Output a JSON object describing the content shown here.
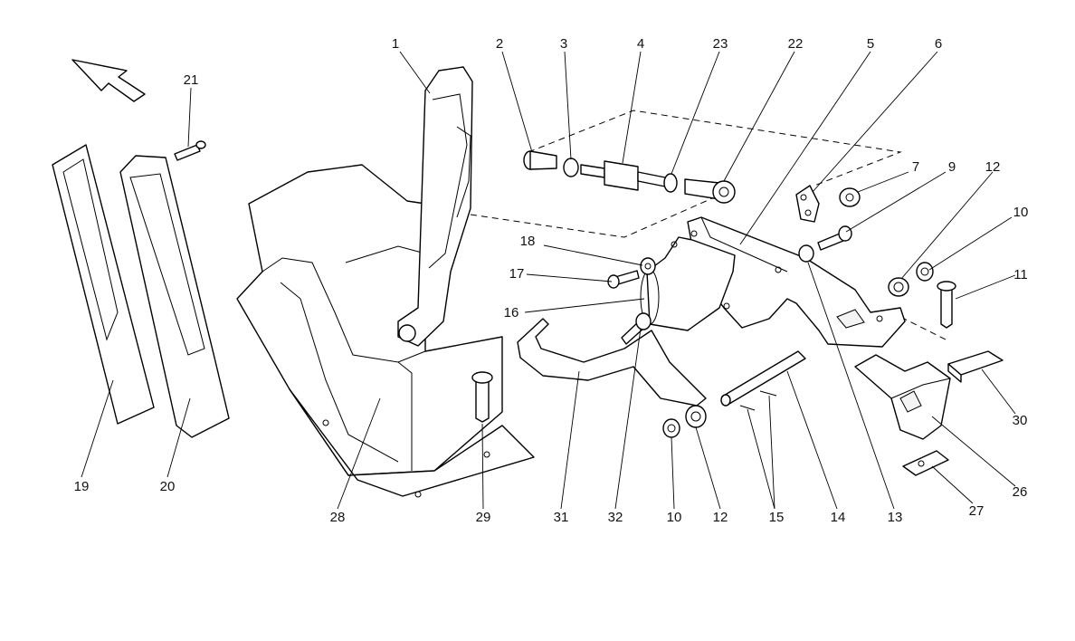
{
  "callouts": [
    {
      "label": "1"
    },
    {
      "label": "2"
    },
    {
      "label": "3"
    },
    {
      "label": "4"
    },
    {
      "label": "23"
    },
    {
      "label": "22"
    },
    {
      "label": "5"
    },
    {
      "label": "6"
    },
    {
      "label": "21"
    },
    {
      "label": "7"
    },
    {
      "label": "9"
    },
    {
      "label": "12"
    },
    {
      "label": "10"
    },
    {
      "label": "18"
    },
    {
      "label": "17"
    },
    {
      "label": "11"
    },
    {
      "label": "16"
    },
    {
      "label": "30"
    },
    {
      "label": "26"
    },
    {
      "label": "19"
    },
    {
      "label": "20"
    },
    {
      "label": "27"
    },
    {
      "label": "28"
    },
    {
      "label": "29"
    },
    {
      "label": "31"
    },
    {
      "label": "32"
    },
    {
      "label": "10"
    },
    {
      "label": "12"
    },
    {
      "label": "15"
    },
    {
      "label": "14"
    },
    {
      "label": "13"
    }
  ]
}
